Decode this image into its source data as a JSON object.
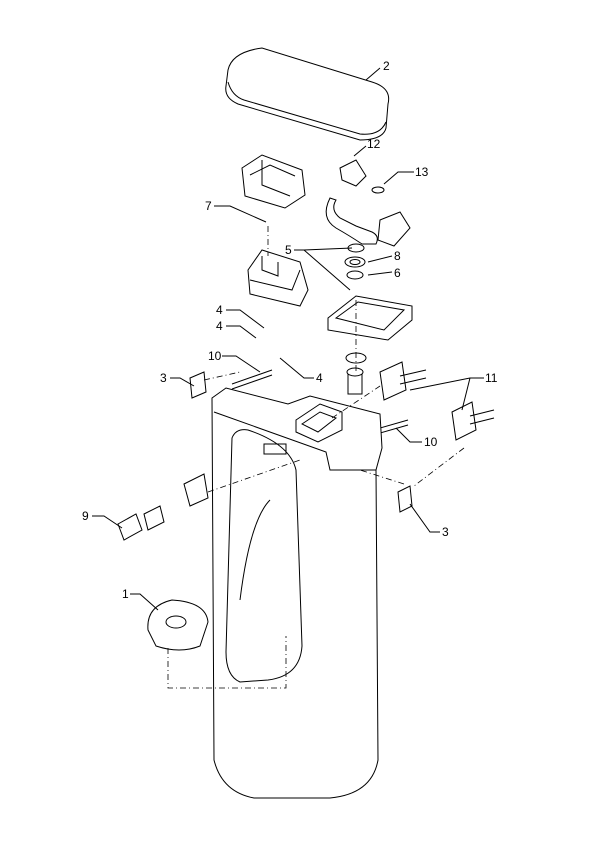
{
  "diagram": {
    "type": "exploded-parts-view",
    "callouts": [
      {
        "id": "lid",
        "number": "2"
      },
      {
        "id": "valve-upper",
        "number": "12"
      },
      {
        "id": "valve-right",
        "number": "13"
      },
      {
        "id": "screw-top",
        "number": "7"
      },
      {
        "id": "gasket-a",
        "number": "5"
      },
      {
        "id": "ring",
        "number": "8"
      },
      {
        "id": "washer",
        "number": "6"
      },
      {
        "id": "clip-a",
        "number": "4"
      },
      {
        "id": "clip-b",
        "number": "4"
      },
      {
        "id": "rod-left",
        "number": "10"
      },
      {
        "id": "bracket-left",
        "number": "3"
      },
      {
        "id": "clip-c",
        "number": "4"
      },
      {
        "id": "wall-plates",
        "number": "11"
      },
      {
        "id": "rod-right",
        "number": "10"
      },
      {
        "id": "button-plate",
        "number": "9"
      },
      {
        "id": "bracket-right",
        "number": "3"
      },
      {
        "id": "strainer",
        "number": "1"
      }
    ]
  }
}
